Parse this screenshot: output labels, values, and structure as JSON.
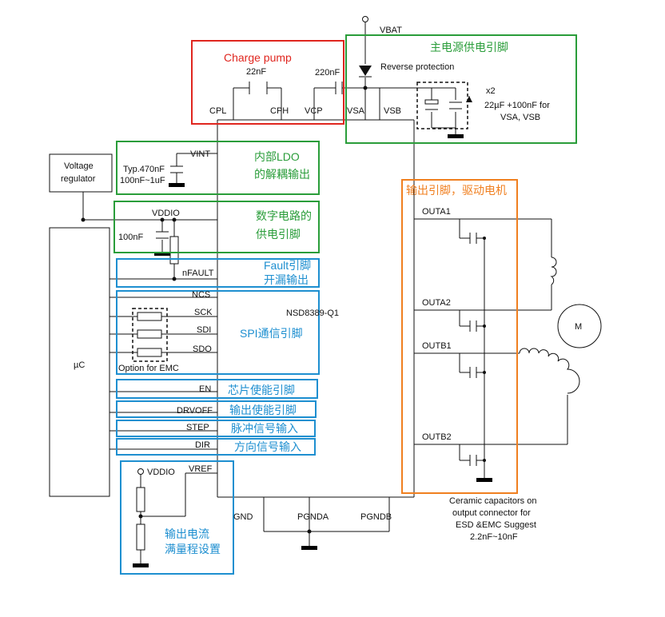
{
  "rails": {
    "vbat": "VBAT",
    "vddio_top": "VDDIO",
    "vddio_bottom": "VDDIO"
  },
  "blocks": {
    "voltage_regulator": [
      "Voltage",
      "regulator"
    ],
    "uc": "µC",
    "chip": "NSD8389-Q1",
    "motor": "M"
  },
  "charge_pump": {
    "title": "Charge pump",
    "cap_cp": "22nF",
    "cap_vcp": "220nF",
    "pins": {
      "cpl": "CPL",
      "cph": "CPH",
      "vcp": "VCP"
    }
  },
  "supply": {
    "title": "主电源供电引脚",
    "reverse": "Reverse protection",
    "pins": {
      "vsa": "VSA",
      "vsb": "VSB"
    },
    "multiplier": "x2",
    "note": [
      "22µF +100nF for",
      "VSA, VSB"
    ]
  },
  "ldo": {
    "title": [
      "内部LDO",
      "的解耦输出"
    ],
    "pin": "VINT",
    "cap": [
      "Typ.470nF",
      "100nF~1uF"
    ]
  },
  "digital": {
    "title": [
      "数字电路的",
      "供电引脚"
    ],
    "cap": "100nF"
  },
  "fault": {
    "title": [
      "Fault引脚",
      "开漏输出"
    ],
    "pin": "nFAULT"
  },
  "spi": {
    "title": "SPI通信引脚",
    "pins": [
      "NCS",
      "SCK",
      "SDI",
      "SDO"
    ],
    "emc": "Option for EMC"
  },
  "controls": [
    {
      "pin": "EN",
      "label": "芯片使能引脚"
    },
    {
      "pin": "DRVOFF",
      "label": "输出使能引脚"
    },
    {
      "pin": "STEP",
      "label": "脉冲信号输入"
    },
    {
      "pin": "DIR",
      "label": "方向信号输入"
    }
  ],
  "vref": {
    "pin": "VREF",
    "title": [
      "输出电流",
      "满量程设置"
    ]
  },
  "ground_pins": {
    "gnd": "GND",
    "pgnda": "PGNDA",
    "pgndb": "PGNDB"
  },
  "outputs": {
    "title": "输出引脚，驱动电机",
    "pins": [
      "OUTA1",
      "OUTA2",
      "OUTB1",
      "OUTB2"
    ],
    "note": [
      "Ceramic capacitors on",
      "output connector for",
      "ESD &EMC Suggest",
      "2.2nF~10nF"
    ]
  },
  "colors": {
    "red": "#e0261f",
    "green": "#2a9d3a",
    "blue": "#1e8fd0",
    "orange": "#f07f1f",
    "wire": "#111111"
  }
}
